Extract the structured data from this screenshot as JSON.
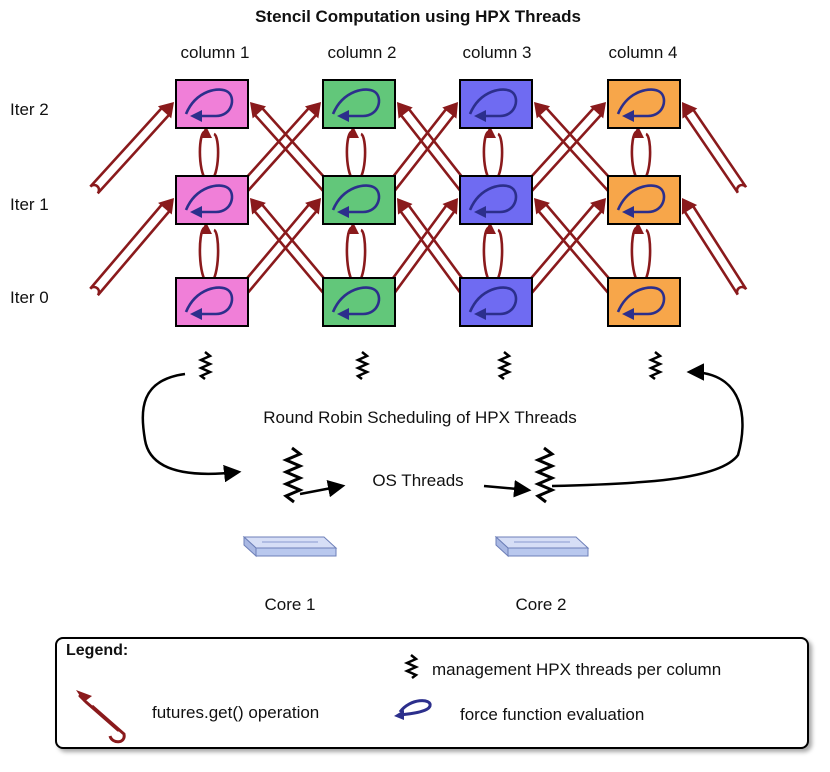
{
  "title": "Stencil Computation using HPX Threads",
  "columns": [
    "column 1",
    "column 2",
    "column 3",
    "column 4"
  ],
  "iterations": [
    "Iter 2",
    "Iter 1",
    "Iter 0"
  ],
  "scheduling_label": "Round Robin Scheduling of HPX Threads",
  "os_threads_label": "OS Threads",
  "cores": [
    "Core 1",
    "Core 2"
  ],
  "legend": {
    "title": "Legend:",
    "futures": "futures.get() operation",
    "management": "management HPX threads per column",
    "force": "force function evaluation"
  },
  "colors": {
    "column_fills": [
      "#f07fd8",
      "#62c77a",
      "#6f6bf2",
      "#f7a64a"
    ],
    "future_arrow": "#8a1a1c",
    "force_loop": "#2c2f8c",
    "core_chip": "#b9c8ee"
  }
}
